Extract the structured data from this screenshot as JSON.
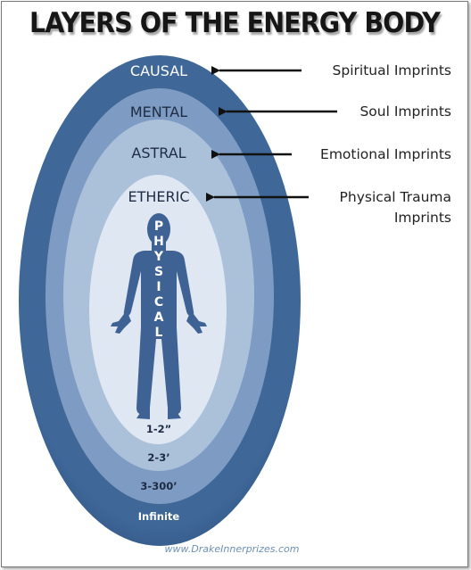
{
  "title": "LAYERS OF THE ENERGY BODY",
  "layers": [
    {
      "name": "CAUSAL",
      "distance": "Infinite",
      "imprint": "Spiritual Imprints"
    },
    {
      "name": "MENTAL",
      "distance": "3-300’",
      "imprint": "Soul Imprints"
    },
    {
      "name": "ASTRAL",
      "distance": "2-3’",
      "imprint": "Emotional Imprints"
    },
    {
      "name": "ETHERIC",
      "distance": "1-2”",
      "imprint_line1": "Physical Trauma",
      "imprint_line2": "Imprints"
    }
  ],
  "physical_letters": [
    "P",
    "H",
    "Y",
    "S",
    "I",
    "C",
    "A",
    "L"
  ],
  "footer": "www.DrakeInnerprizes.com",
  "colors": {
    "causal": "#3c6393",
    "mental": "#7c9ac1",
    "astral": "#a9bfd9",
    "etheric": "#dde6f1",
    "body": "#3e6294"
  }
}
